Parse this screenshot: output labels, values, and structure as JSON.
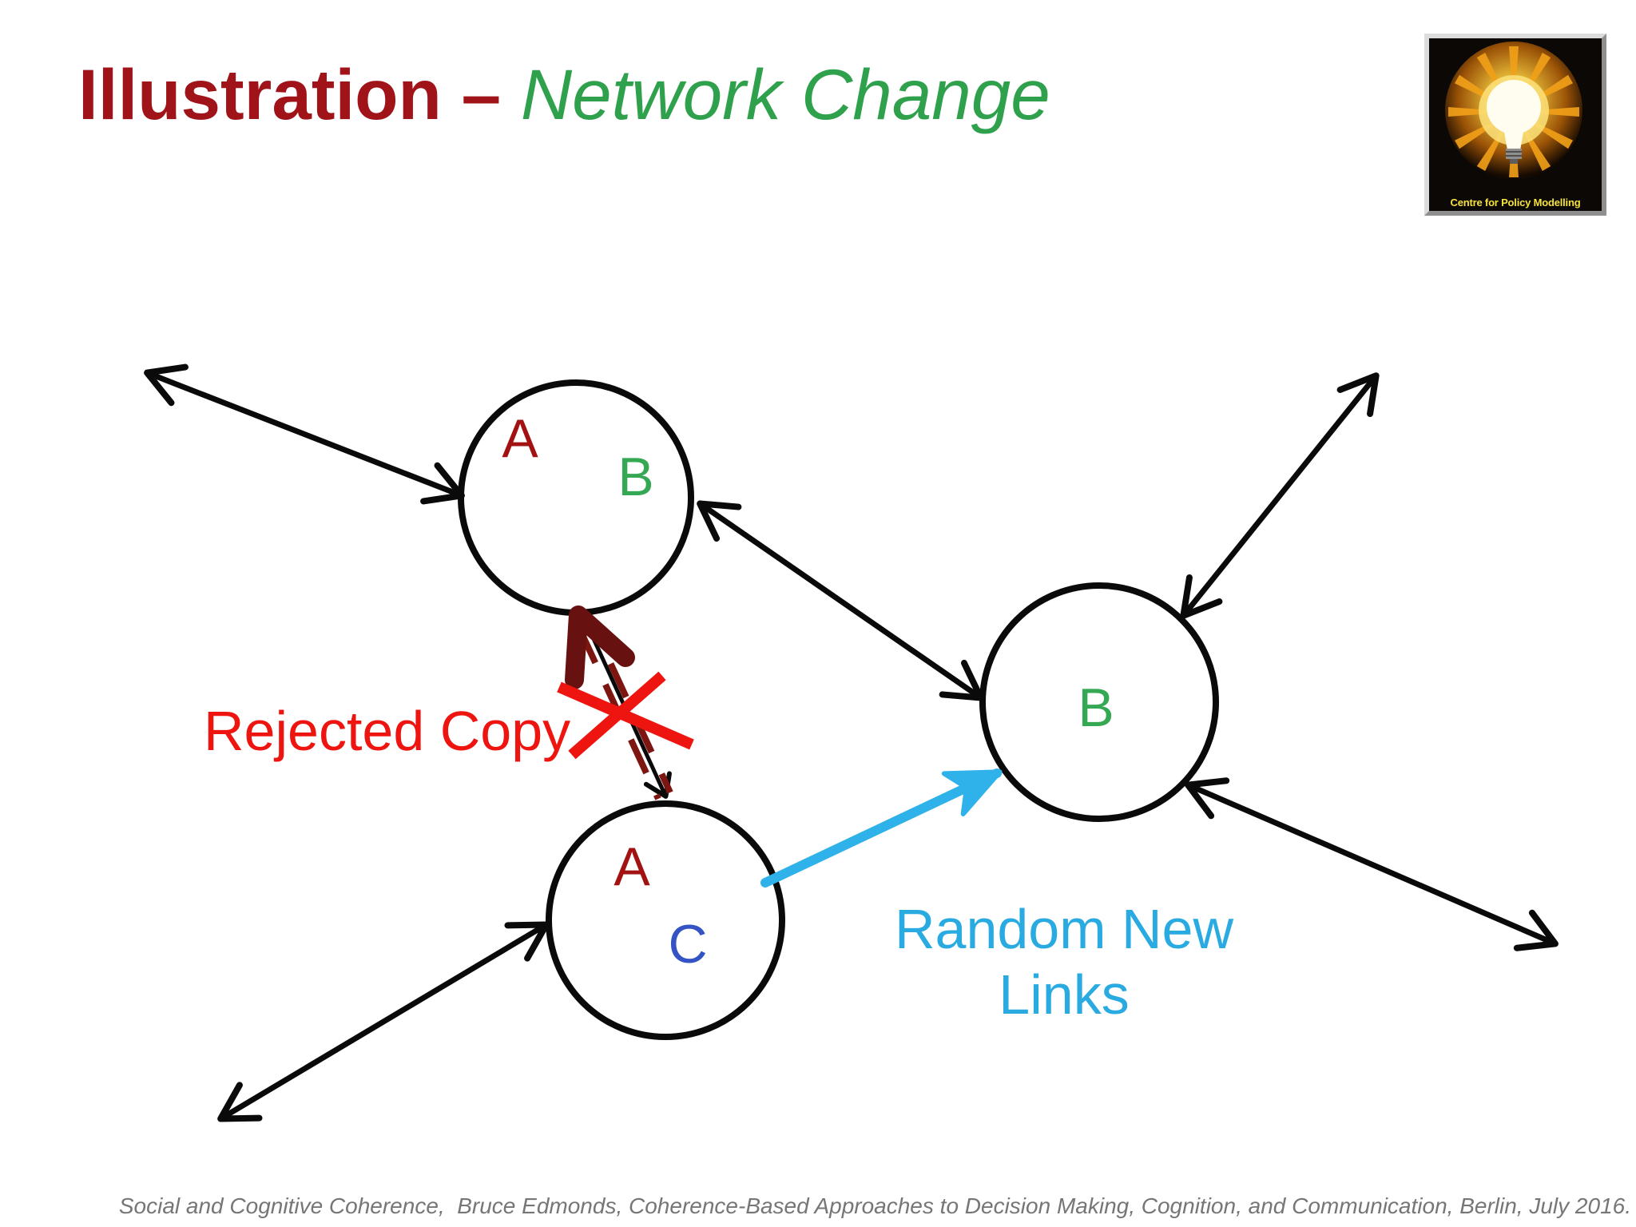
{
  "title": {
    "prefix": "Illustration – ",
    "suffix": "Network Change",
    "prefix_color": "#a01318",
    "suffix_color": "#2fa14c"
  },
  "logo": {
    "caption": "Centre for Policy Modelling"
  },
  "diagram": {
    "nodes": [
      {
        "id": "top-left",
        "letters": [
          {
            "char": "A",
            "color": "#a31212"
          },
          {
            "char": "B",
            "color": "#34a853"
          }
        ]
      },
      {
        "id": "right",
        "letters": [
          {
            "char": "B",
            "color": "#34a853"
          }
        ]
      },
      {
        "id": "bottom",
        "letters": [
          {
            "char": "A",
            "color": "#a31212"
          },
          {
            "char": "C",
            "color": "#3453c4"
          }
        ]
      }
    ],
    "edges": [
      {
        "between": "top-left node and outside upper-left",
        "style": "double-headed black arrow"
      },
      {
        "between": "top-left node and right node",
        "style": "double-headed black arrow"
      },
      {
        "between": "right node and outside upper-right",
        "style": "double-headed black arrow"
      },
      {
        "between": "right node and outside lower-right",
        "style": "double-headed black arrow"
      },
      {
        "between": "bottom node and outside lower-left",
        "style": "double-headed black arrow"
      },
      {
        "between": "bottom node and right node",
        "style": "cyan arrow",
        "meaning": "Random New Links"
      },
      {
        "between": "bottom node and top-left node",
        "style": "thick dark-red dashed arrow crossed out",
        "meaning": "Rejected Copy"
      }
    ],
    "annotations": {
      "rejected": {
        "label": "Rejected Copy",
        "color": "#ee1511"
      },
      "random": {
        "line1": "Random New",
        "line2": "Links",
        "color": "#29abe2"
      }
    },
    "colors": {
      "node_stroke": "#0a0a0a",
      "link": "#0a0a0a",
      "random_link": "#2fb1e9",
      "rejected_arrow": "#671110",
      "cross": "#ee1511"
    }
  },
  "footer": {
    "text": "Social and Cognitive Coherence,  Bruce Edmonds, Coherence-Based Approaches to Decision Making, Cognition, and Communication, Berlin, July 2016."
  }
}
